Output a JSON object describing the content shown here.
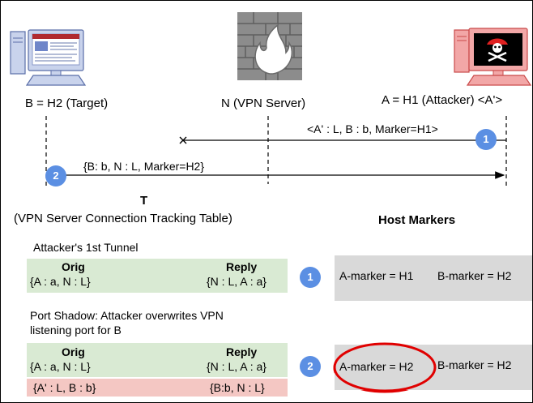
{
  "colors": {
    "badge": "#5b8fe3",
    "table_green": "#d9ead3",
    "table_red": "#f4c7c3",
    "marker_grey": "#d9d9d9",
    "highlight_ellipse": "#e00000"
  },
  "icons": [
    "target-computer-icon",
    "firewall-icon",
    "attacker-computer-icon"
  ],
  "hosts": {
    "target": "B = H2 (Target)",
    "vpn": "N (VPN Server)",
    "attacker": "A = H1 (Attacker) <A'>"
  },
  "flows": {
    "one": {
      "badge": "1",
      "label": "<A' : L, B : b, Marker=H1>"
    },
    "two": {
      "badge": "2",
      "label": "{B: b, N : L, Marker=H2}"
    }
  },
  "table": {
    "letter": "T",
    "caption": "(VPN Server Connection Tracking Table)"
  },
  "markers_heading": "Host Markers",
  "section1": {
    "title": "Attacker's 1st Tunnel",
    "orig_header": "Orig",
    "reply_header": "Reply",
    "orig_value": "{A : a, N : L}",
    "reply_value": "{N : L, A : a}",
    "badge": "1",
    "a_marker": "A-marker = H1",
    "b_marker": "B-marker = H2"
  },
  "section2": {
    "title_line1": "Port Shadow: Attacker overwrites VPN",
    "title_line2": "listening port for B",
    "orig_header": "Orig",
    "reply_header": "Reply",
    "row1_orig": "{A : a, N : L}",
    "row1_reply": "{N : L, A : a}",
    "row2_orig": "{A' : L, B : b}",
    "row2_reply": "{B:b, N : L}",
    "badge": "2",
    "a_marker": "A-marker = H2",
    "b_marker": "B-marker = H2"
  }
}
